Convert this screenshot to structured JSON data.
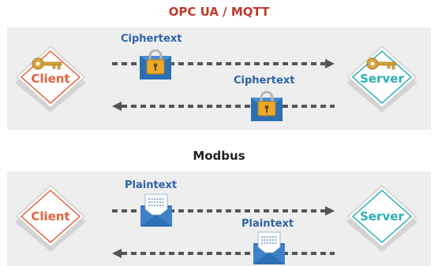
{
  "top": {
    "title": "OPC UA / MQTT",
    "client_label": "Client",
    "server_label": "Server",
    "forward_tag": "Ciphertext",
    "backward_tag": "Ciphertext"
  },
  "bottom": {
    "title": "Modbus",
    "client_label": "Client",
    "server_label": "Server",
    "forward_tag": "Plaintext",
    "backward_tag": "Plaintext"
  },
  "colors": {
    "client": "#e8603c",
    "server": "#28b0b4",
    "tag": "#2c63a8",
    "key": "#d9a43a",
    "arrow": "#555555"
  }
}
